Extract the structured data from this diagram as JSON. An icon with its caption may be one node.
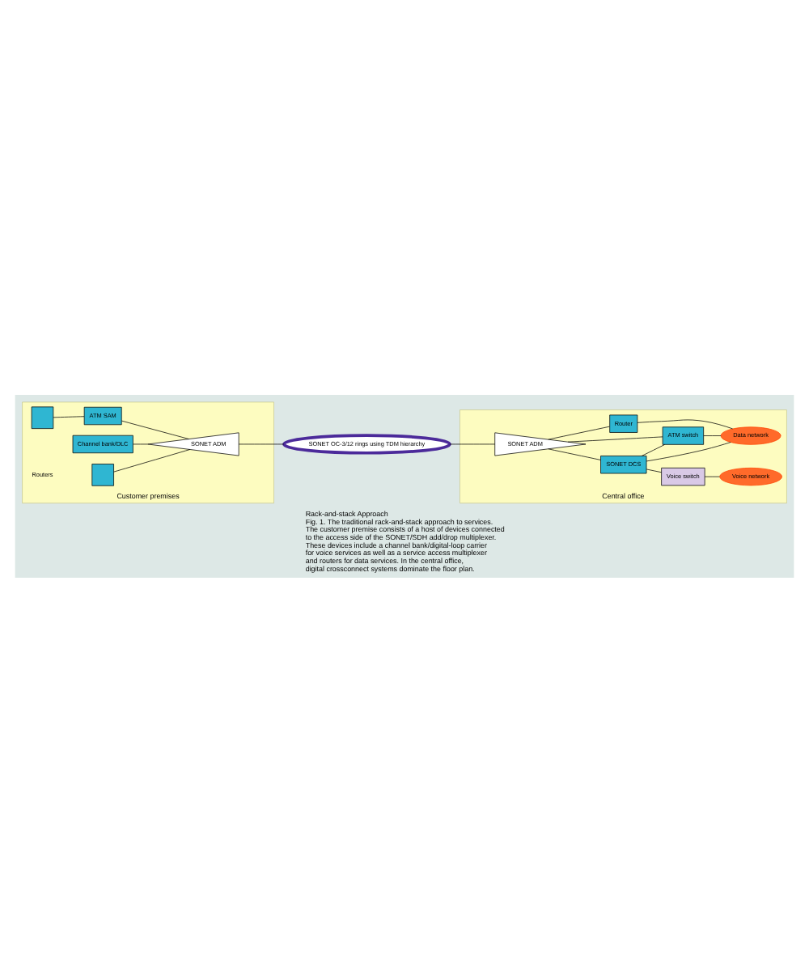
{
  "diagram": {
    "title": "Rack-and-stack Approach",
    "caption": "Fig. 1. The traditional rack-and-stack approach to services. The customer premise consists of a host of devices connected to the access side of the SONET/SDH add/drop multiplexer. These devices include a channel bank/digital-loop carrier for voice services as well as a service access multiplexer and routers for data services. In the central office, digital crossconnect systems dominate the floor plan.",
    "nodes": [
      {
        "text": [
          "Customer premises"
        ]
      },
      {
        "text": [],
        "shape": "box",
        "in": 0
      },
      {
        "text": [],
        "shape": "box",
        "in": 0
      },
      {
        "text": [
          "ATM SAM"
        ],
        "in": 0
      },
      {
        "text": [
          "Channel bank/DLC"
        ],
        "in": 0
      },
      {
        "text": [
          "SONET ADM"
        ],
        "in": 0
      },
      {
        "text": [
          "SONET OC-3/12 rings using TDM hierarchy"
        ]
      },
      {
        "text": [
          "Central office"
        ]
      },
      {
        "text": [
          "Voice network"
        ],
        "in": 7
      },
      {
        "text": [
          "Voice switch"
        ],
        "in": 7
      },
      {
        "text": [
          "SONET DCS"
        ],
        "in": 7
      },
      {
        "text": [
          "Router"
        ],
        "in": 7
      },
      {
        "text": [
          "ATM switch"
        ],
        "in": 7
      },
      {
        "text": [
          "Data network"
        ],
        "in": 7
      },
      {
        "text": [
          "SONET ADM"
        ],
        "in": 7
      }
    ],
    "edges": [
      {
        "from": 1,
        "to": 5,
        "arrow": "none"
      },
      {
        "from": 2,
        "to": 3,
        "arrow": "none"
      },
      {
        "from": 3,
        "to": 5,
        "arrow": "none"
      },
      {
        "from": 4,
        "to": 5,
        "arrow": "none"
      },
      {
        "from": 5,
        "to": 6,
        "arrow": "none"
      },
      {
        "from": 6,
        "to": 14,
        "arrow": "none"
      },
      {
        "from": 14,
        "to": 10,
        "arrow": "none"
      },
      {
        "from": 14,
        "to": 11,
        "arrow": "none"
      },
      {
        "from": 14,
        "to": 12,
        "arrow": "none"
      },
      {
        "from": 10,
        "to": 9,
        "arrow": "none"
      },
      {
        "from": 9,
        "to": 8,
        "arrow": "none"
      },
      {
        "from": 10,
        "to": 12,
        "arrow": "none"
      },
      {
        "from": 10,
        "to": 13,
        "arrow": "none"
      },
      {
        "from": 11,
        "to": 13,
        "arrow": "none"
      },
      {
        "from": 12,
        "to": 13,
        "arrow": "none"
      }
    ],
    "labels": [
      "Routers"
    ]
  }
}
